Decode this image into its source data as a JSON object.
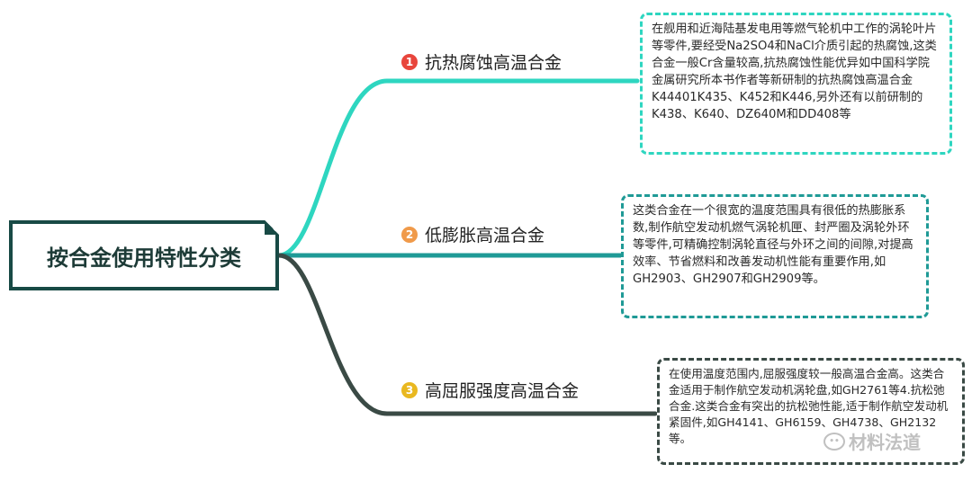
{
  "root": {
    "title": "按合金使用特性分类"
  },
  "branches": [
    {
      "number": "1",
      "label": "抗热腐蚀高温合金",
      "color": "#2ed6c0",
      "badge_color": "#e8453c",
      "note": "在舰用和近海陆基发电用等燃气轮机中工作的涡轮叶片等零件,要经受Na2SO4和NaCl介质引起的热腐蚀,这类合金一般Cr含量较高,抗热腐蚀性能优异如中国科学院金属研究所本书作者等新研制的抗热腐蚀高温合金K44401K435、K452和K446,另外还有以前研制的K438、K640、DZ640M和DD408等"
    },
    {
      "number": "2",
      "label": "低膨胀高温合金",
      "color": "#1f9a96",
      "badge_color": "#f09a4a",
      "note": "这类合金在一个很宽的温度范围具有很低的热膨胀系数,制作航空发动机燃气涡轮机匣、封严圈及涡轮外环等零件,可精确控制涡轮直径与外环之间的间隙,对提高效率、节省燃料和改善发动机性能有重要作用,如GH2903、GH2907和GH2909等。"
    },
    {
      "number": "3",
      "label": "高屈服强度高温合金",
      "color": "#3a4a45",
      "badge_color": "#e9b820",
      "note": "在使用温度范围内,屈服强度较一般高温合金高。这类合金适用于制作航空发动机涡轮盘,如GH2761等4.抗松弛合金.这类合金有突出的抗松弛性能,适于制作航空发动机紧固件,如GH4141、GH6159、GH4738、GH2132等。"
    }
  ],
  "watermark": {
    "icon": "wechat-icon",
    "text": "材料法道"
  }
}
